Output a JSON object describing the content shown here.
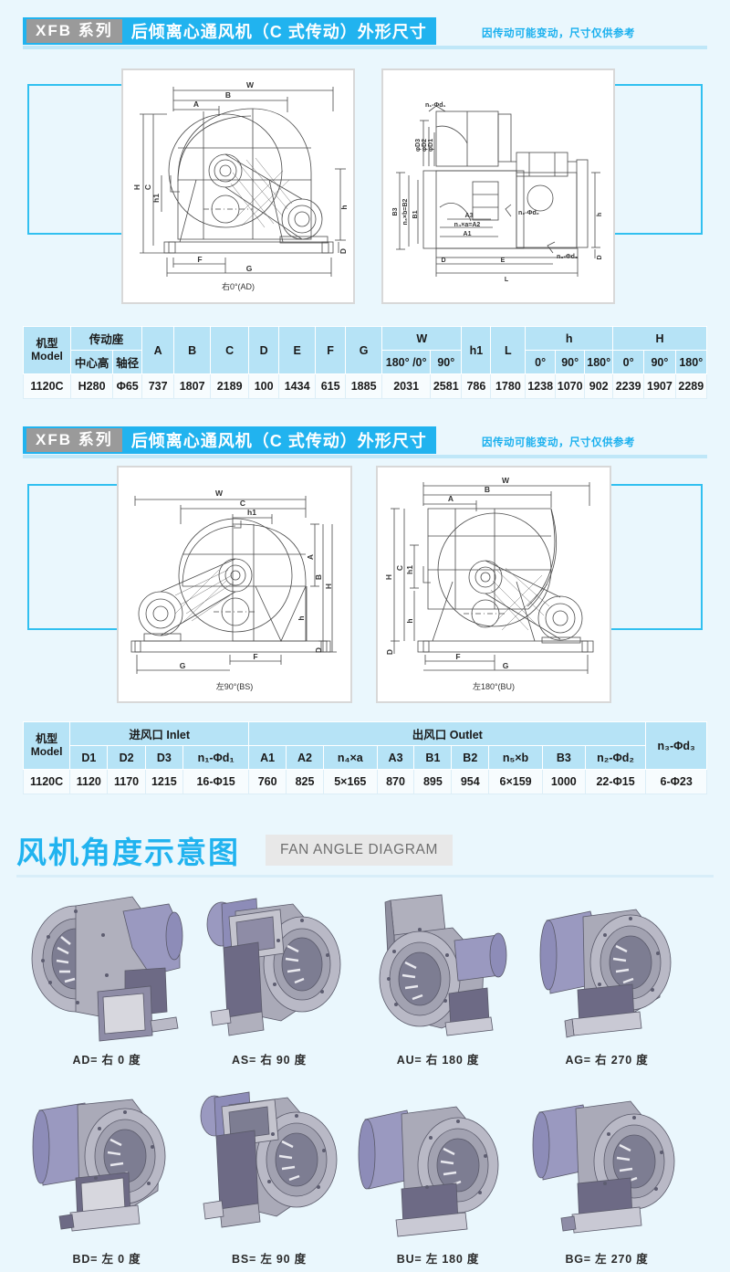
{
  "page": {
    "bg_color": "#eaf7fd",
    "accent": "#21b3ef"
  },
  "sections": [
    {
      "tag": "XFB 系列",
      "title": "后倾离心通风机（C 式传动）外形尺寸",
      "note": "因传动可能变动，尺寸仅供参考",
      "drawings": [
        {
          "caption": "右0°(AD)",
          "dims": [
            "W",
            "B",
            "A",
            "H",
            "C",
            "h1",
            "h",
            "F",
            "G",
            "D"
          ]
        },
        {
          "caption": "",
          "dims": [
            "n₁-Φd₁",
            "φD3",
            "φD2",
            "φD1",
            "B3",
            "n₃×b=B2",
            "B1",
            "A3",
            "n₄×a=A2",
            "A1",
            "n₂-Φd₂",
            "n₃-Φd₃",
            "h",
            "D",
            "E",
            "L"
          ]
        }
      ]
    },
    {
      "tag": "XFB 系列",
      "title": "后倾离心通风机（C 式传动）外形尺寸",
      "note": "因传动可能变动，尺寸仅供参考",
      "drawings": [
        {
          "caption": "左90°(BS)",
          "dims": [
            "W",
            "C",
            "h1",
            "A",
            "B",
            "H",
            "h",
            "D",
            "F",
            "G"
          ]
        },
        {
          "caption": "左180°(BU)",
          "dims": [
            "W",
            "B",
            "A",
            "H",
            "C",
            "h1",
            "h",
            "D",
            "F",
            "G"
          ]
        }
      ]
    }
  ],
  "table1": {
    "header_groups": [
      {
        "label": "机型",
        "label2": "Model",
        "rowspan": 2
      },
      {
        "label": "传动座",
        "colspan": 2
      },
      {
        "label": "A",
        "rowspan": 2
      },
      {
        "label": "B",
        "rowspan": 2
      },
      {
        "label": "C",
        "rowspan": 2
      },
      {
        "label": "D",
        "rowspan": 2
      },
      {
        "label": "E",
        "rowspan": 2
      },
      {
        "label": "F",
        "rowspan": 2
      },
      {
        "label": "G",
        "rowspan": 2
      },
      {
        "label": "W",
        "colspan": 2
      },
      {
        "label": "h1",
        "rowspan": 2
      },
      {
        "label": "L",
        "rowspan": 2
      },
      {
        "label": "h",
        "colspan": 3
      },
      {
        "label": "H",
        "colspan": 3
      }
    ],
    "sub_headers": [
      "中心高",
      "轴径",
      "180° /0°",
      "90°",
      "0°",
      "90°",
      "180°",
      "0°",
      "90°",
      "180°"
    ],
    "rows": [
      [
        "1120C",
        "H280",
        "Φ65",
        "737",
        "1807",
        "2189",
        "100",
        "1434",
        "615",
        "1885",
        "2031",
        "2581",
        "786",
        "1780",
        "1238",
        "1070",
        "902",
        "2239",
        "1907",
        "2289"
      ]
    ]
  },
  "table2": {
    "header_groups": [
      {
        "label": "机型",
        "label2": "Model"
      },
      {
        "label": "进风口 Inlet",
        "colspan": 4
      },
      {
        "label": "出风口 Outlet",
        "colspan": 9
      },
      {
        "label": "n₃-Φd₃"
      }
    ],
    "sub_headers": [
      "D1",
      "D2",
      "D3",
      "n₁-Φd₁",
      "A1",
      "A2",
      "n₄×a",
      "A3",
      "B1",
      "B2",
      "n₅×b",
      "B3",
      "n₂-Φd₂"
    ],
    "rows": [
      [
        "1120C",
        "1120",
        "1170",
        "1215",
        "16-Φ15",
        "760",
        "825",
        "5×165",
        "870",
        "895",
        "954",
        "6×159",
        "1000",
        "22-Φ15",
        "6-Φ23"
      ]
    ]
  },
  "fan_angle": {
    "heading_cn": "风机角度示意图",
    "heading_en": "FAN ANGLE DIAGRAM",
    "items": [
      {
        "label": "AD= 右 0 度",
        "code": "AD",
        "variant": "ad"
      },
      {
        "label": "AS= 右 90 度",
        "code": "AS",
        "variant": "as"
      },
      {
        "label": "AU= 右 180 度",
        "code": "AU",
        "variant": "au"
      },
      {
        "label": "AG= 右 270 度",
        "code": "AG",
        "variant": "ag"
      },
      {
        "label": "BD= 左 0 度",
        "code": "BD",
        "variant": "bd"
      },
      {
        "label": "BS= 左 90 度",
        "code": "BS",
        "variant": "bs"
      },
      {
        "label": "BU= 左 180 度",
        "code": "BU",
        "variant": "bu"
      },
      {
        "label": "BG= 左 270 度",
        "code": "BG",
        "variant": "bg"
      }
    ],
    "colors": {
      "body": "#9a9aa8",
      "motor": "#8b8ab5",
      "dark": "#5e5b74",
      "light": "#c9c9d4"
    }
  }
}
